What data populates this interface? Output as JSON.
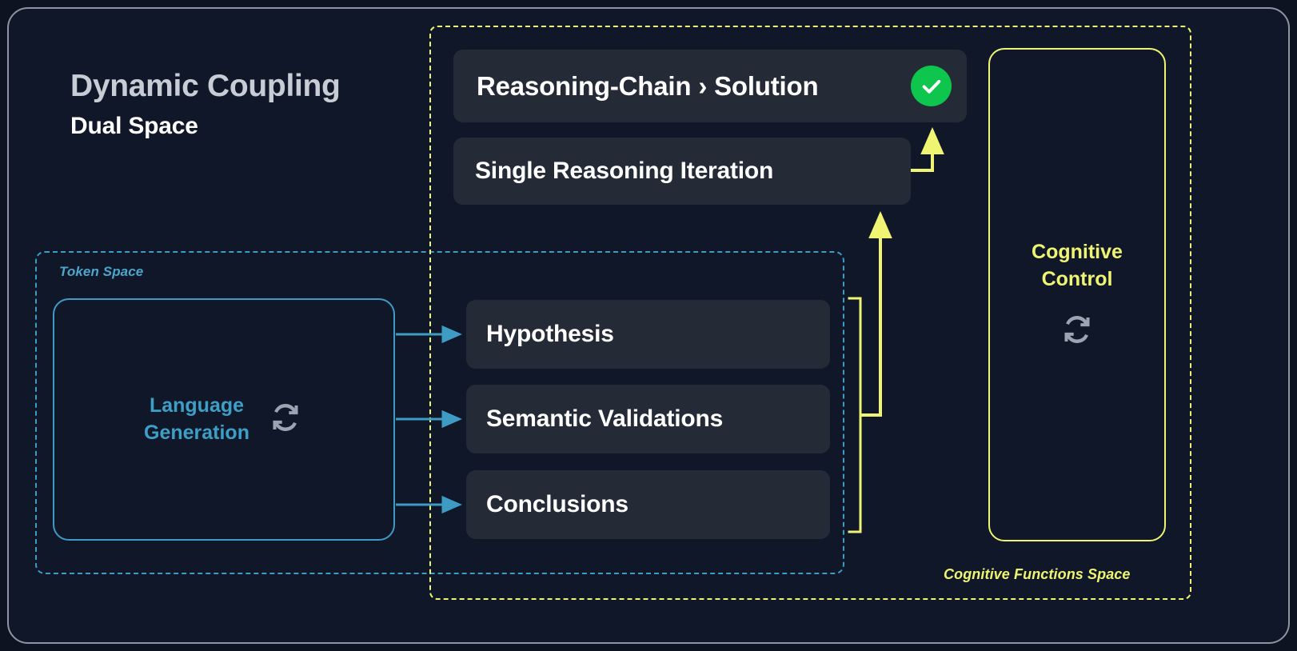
{
  "theme": {
    "canvas_bg": "#0d1320",
    "panel_bg": "#101728",
    "box_bg": "#242b37",
    "frame_border": "#8d95a3",
    "blue_accent": "#3d9bc4",
    "yellow_accent": "#eff472",
    "green_badge": "#0ec64d",
    "text_white": "#ffffff",
    "text_muted": "#c8ccd4",
    "icon_gray": "#9aa5b1"
  },
  "header": {
    "title": "Dynamic Coupling",
    "subtitle": "Dual Space"
  },
  "token_space": {
    "label": "Token Space",
    "card": {
      "label": "Language\nGeneration",
      "label_line1": "Language",
      "label_line2": "Generation",
      "icon": "refresh-cycle-icon"
    }
  },
  "cognitive_functions_space": {
    "label": "Cognitive Functions Space",
    "control_panel": {
      "label_line1": "Cognitive",
      "label_line2": "Control",
      "icon": "refresh-cycle-icon"
    },
    "boxes": [
      {
        "id": "solution",
        "label": "Reasoning-Chain › Solution",
        "badge": "check-circle-icon",
        "badge_color": "#0ec64d"
      },
      {
        "id": "iteration",
        "label": "Single Reasoning Iteration"
      },
      {
        "id": "hypothesis",
        "label": "Hypothesis"
      },
      {
        "id": "semantic",
        "label": "Semantic Validations"
      },
      {
        "id": "conclusions",
        "label": "Conclusions"
      }
    ]
  },
  "connectors": {
    "blue_arrows": [
      {
        "from": "language-generation",
        "to": "hypothesis"
      },
      {
        "from": "language-generation",
        "to": "semantic-validations"
      },
      {
        "from": "language-generation",
        "to": "conclusions"
      }
    ],
    "yellow_arrows": [
      {
        "from": "cognitive-function-boxes-bracket",
        "to": "single-reasoning-iteration"
      },
      {
        "from": "single-reasoning-iteration",
        "to": "reasoning-chain-solution"
      }
    ]
  }
}
